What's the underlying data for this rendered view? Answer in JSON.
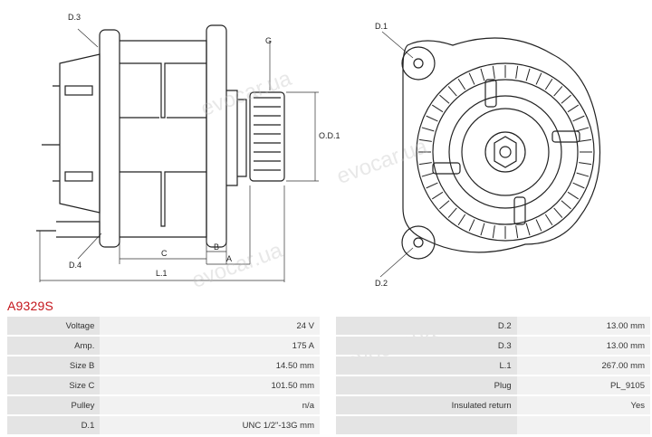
{
  "drawing_labels": {
    "d3": "D.3",
    "g": "G",
    "od1": "O.D.1",
    "c": "C",
    "b": "B",
    "a": "A",
    "l1": "L.1",
    "d4": "D.4",
    "d1": "D.1",
    "d2": "D.2"
  },
  "watermark": "evocar.ua",
  "part_number": "A9329S",
  "specs": [
    {
      "label": "Voltage",
      "value": "24 V",
      "label2": "D.2",
      "value2": "13.00 mm"
    },
    {
      "label": "Amp.",
      "value": "175 A",
      "label2": "D.3",
      "value2": "13.00 mm"
    },
    {
      "label": "Size B",
      "value": "14.50 mm",
      "label2": "L.1",
      "value2": "267.00 mm"
    },
    {
      "label": "Size C",
      "value": "101.50 mm",
      "label2": "Plug",
      "value2": "PL_9105"
    },
    {
      "label": "Pulley",
      "value": "n/a",
      "label2": "Insulated return",
      "value2": "Yes"
    },
    {
      "label": "D.1",
      "value": "UNC 1/2\"-13G mm",
      "label2": "",
      "value2": ""
    }
  ]
}
